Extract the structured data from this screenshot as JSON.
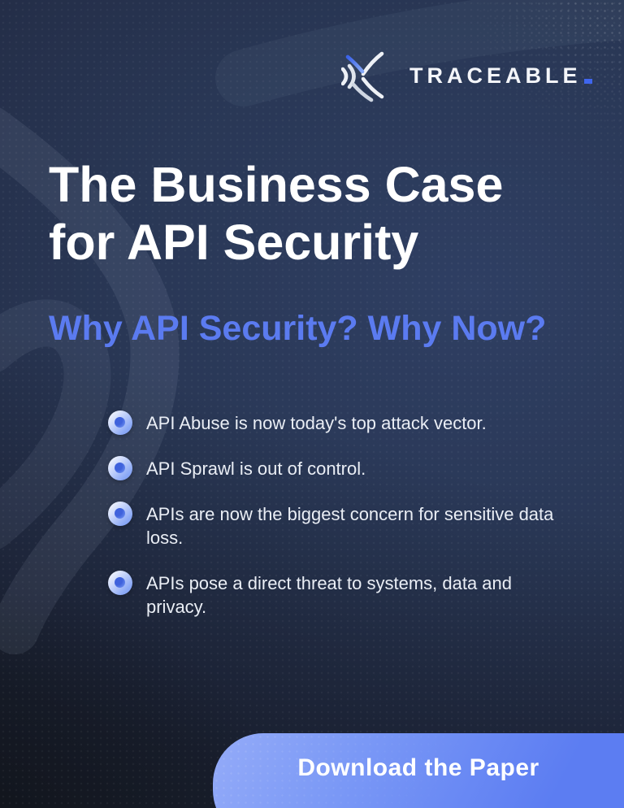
{
  "logo": {
    "text": "TRACEABLE",
    "icon": "traceable-branch-icon",
    "cursor_color": "#3f66ee",
    "text_color": "#f4f6fa"
  },
  "hero": {
    "title_line1": "The Business Case",
    "title_line2": "for API Security",
    "subtitle": "Why API Security? Why Now?",
    "title_color": "#ffffff",
    "subtitle_color": "#5b7bf0"
  },
  "bullets": {
    "icon": "sphere-bullet-icon",
    "icon_colors": [
      "#ffffff",
      "#8aa8f6",
      "#3f62dc"
    ],
    "items": [
      {
        "text": "API Abuse is now today's top attack vector."
      },
      {
        "text": "API Sprawl is out of control."
      },
      {
        "text": "APIs are now the biggest concern for sensitive data loss."
      },
      {
        "text": "APIs pose a direct threat to systems, data and privacy."
      }
    ]
  },
  "cta": {
    "label": "Download the Paper",
    "gradient": [
      "#94abf8",
      "#5c7df2"
    ],
    "text_color": "#ffffff"
  },
  "background": {
    "base_navy": "#293755",
    "dark_corner": "#20242c",
    "swoosh_tint": "#c4cee5"
  }
}
